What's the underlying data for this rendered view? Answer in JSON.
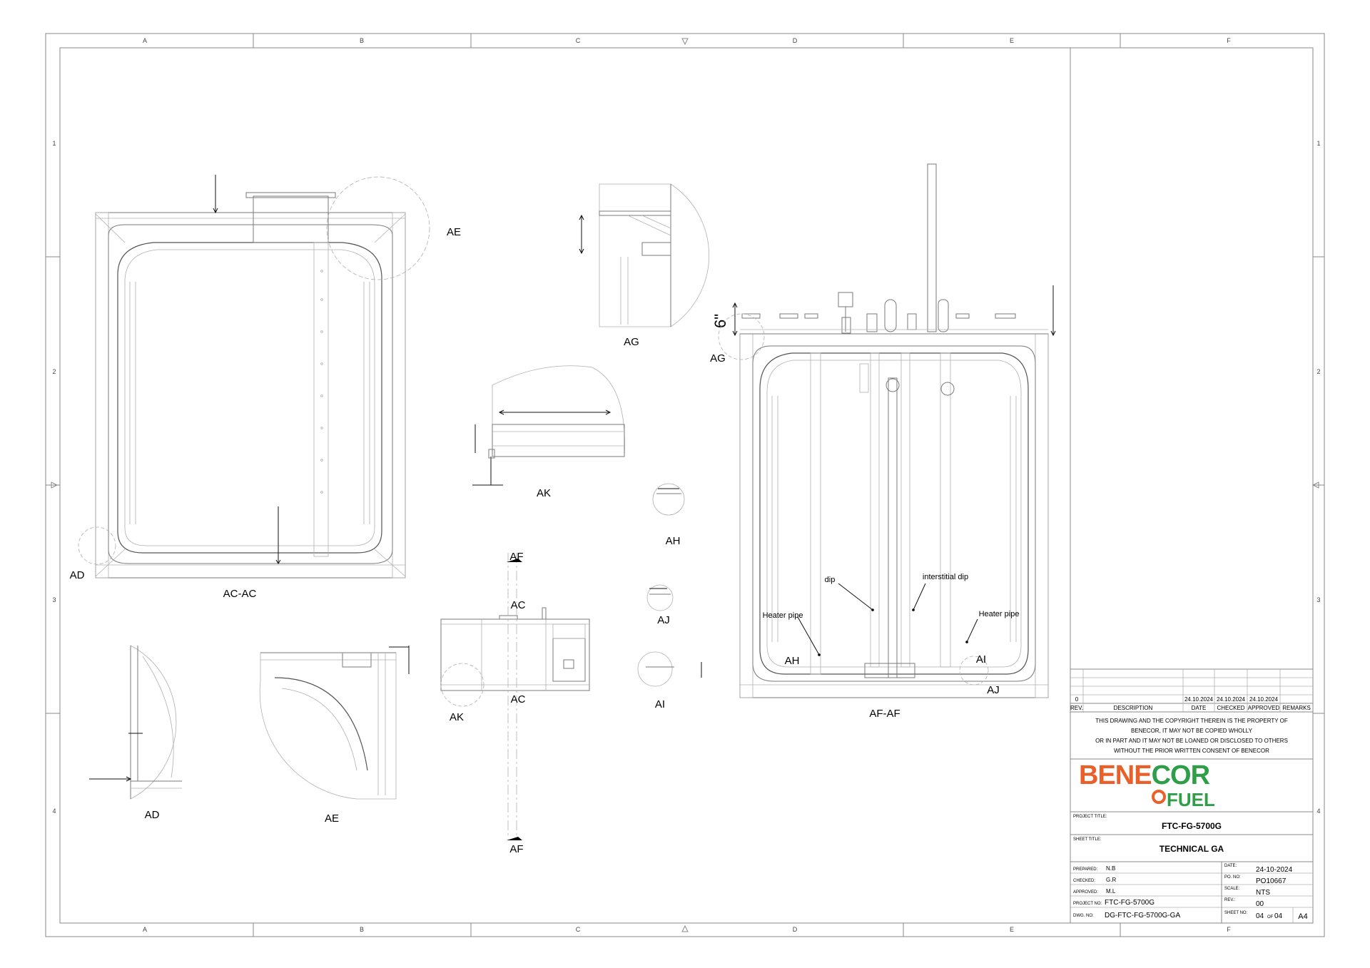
{
  "zone_columns": [
    "A",
    "B",
    "C",
    "D",
    "E",
    "F"
  ],
  "zone_rows": [
    "1",
    "2",
    "3",
    "4"
  ],
  "views": {
    "ac_ac": "AC-AC",
    "af_af": "AF-AF",
    "ad": "AD",
    "ae": "AE",
    "ag": "AG",
    "ak": "AK",
    "ah": "AH",
    "aj": "AJ",
    "ai": "AI",
    "ac": "AC",
    "af": "AF"
  },
  "dimension_6in": "6\"",
  "annotations": {
    "dip": "dip",
    "interstitial_dip": "interstitial dip",
    "heater_pipe": "Heater pipe"
  },
  "revision_table": {
    "row0": {
      "rev": "0",
      "date": "24.10.2024",
      "checked": "24.10.2024",
      "approved": "24.10.2024"
    },
    "headers": [
      "REV.",
      "DESCRIPTION",
      "DATE",
      "CHECKED",
      "APPROVED",
      "REMARKS"
    ]
  },
  "copyright": [
    "THIS DRAWING AND THE COPYRIGHT THEREIN IS THE PROPERTY OF",
    "BENECOR, IT MAY NOT BE COPIED WHOLLY",
    "OR IN PART AND IT MAY NOT BE LOANED OR DISCLOSED TO OTHERS",
    "WITHOUT  THE PRIOR WRITTEN CONSENT OF BENECOR"
  ],
  "logo": {
    "line1_a": "BENE",
    "line1_b": "COR",
    "line2": "FUEL"
  },
  "colors": {
    "logo_orange": "#e9602a",
    "logo_green": "#2f9e48"
  },
  "title_block": {
    "project_title_label": "PROJECT TITLE:",
    "project_title": "FTC-FG-5700G",
    "sheet_title_label": "SHEET TITLE:",
    "sheet_title": "TECHNICAL GA",
    "prepared_label": "PREPARED:",
    "prepared": "N.B",
    "checked_label": "CHECKED:",
    "checked": "G.R",
    "approved_label": "APPROVED:",
    "approved": "M.L",
    "project_no_label": "PROJECT NO:",
    "project_no": "FTC-FG-5700G",
    "dwg_no_label": "DWG. NO:",
    "dwg_no": "DG-FTC-FG-5700G-GA",
    "date_label": "DATE:",
    "date": "24-10-2024",
    "po_label": "PO. NO:",
    "po": "PO10667",
    "scale_label": "SCALE:",
    "scale": "NTS",
    "rev_label": "REV.:",
    "rev": "00",
    "sheet_no_label": "SHEET NO:",
    "sheet_no": "04",
    "sheet_of": "OF",
    "sheet_total": "04",
    "paper_size": "A4"
  }
}
